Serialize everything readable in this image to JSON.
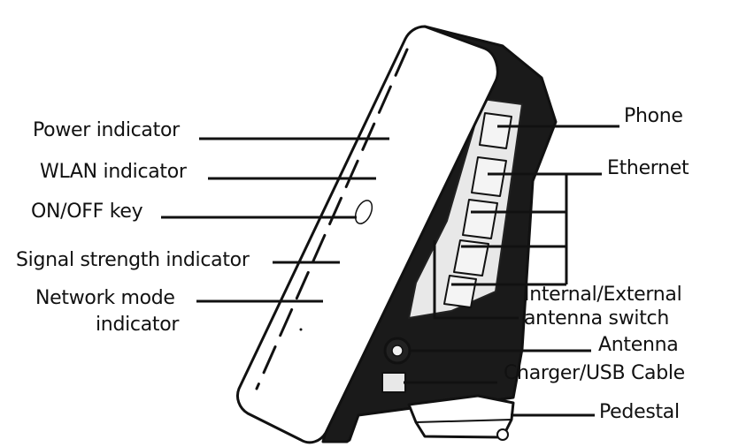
{
  "colors": {
    "ink": "#111111",
    "background": "#ffffff"
  },
  "labels": {
    "power_indicator": "Power indicator",
    "wlan_indicator": "WLAN indicator",
    "on_off_key": "ON/OFF key",
    "signal_strength_indicator": "Signal strength indicator",
    "network_mode_indicator_line1": "Network mode",
    "network_mode_indicator_line2": "indicator",
    "phone": "Phone",
    "ethernet": "Ethernet",
    "antenna_switch_line1": "Internal/External",
    "antenna_switch_line2": "antenna switch",
    "antenna": "Antenna",
    "charger_usb_cable": "Charger/USB Cable",
    "pedestal": "Pedestal"
  }
}
